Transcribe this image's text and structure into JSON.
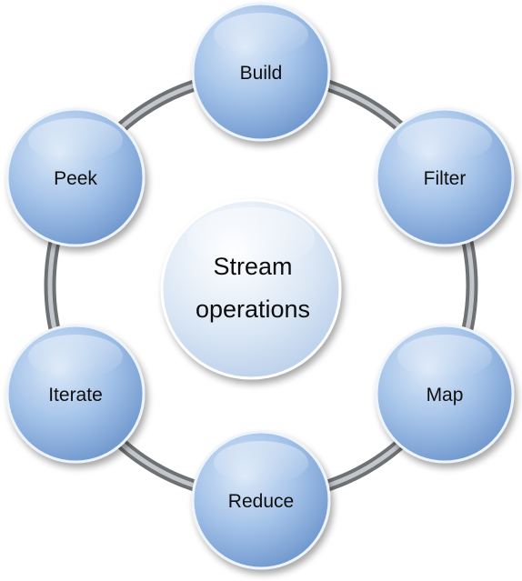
{
  "center": {
    "label_line1": "Stream",
    "label_line2": "operations"
  },
  "nodes": [
    {
      "id": "build",
      "label": "Build"
    },
    {
      "id": "filter",
      "label": "Filter"
    },
    {
      "id": "map",
      "label": "Map"
    },
    {
      "id": "reduce",
      "label": "Reduce"
    },
    {
      "id": "iterate",
      "label": "Iterate"
    },
    {
      "id": "peek",
      "label": "Peek"
    }
  ],
  "colors": {
    "ring_dark": "#707275",
    "ring_light": "#bfc2c6",
    "node_fill_light": "#cfe0f4",
    "node_fill_mid": "#9cbde6",
    "node_fill_dark": "#6d95cc",
    "center_fill_light": "#ffffff",
    "center_fill_dark": "#c2d5ec",
    "text": "#111111"
  }
}
